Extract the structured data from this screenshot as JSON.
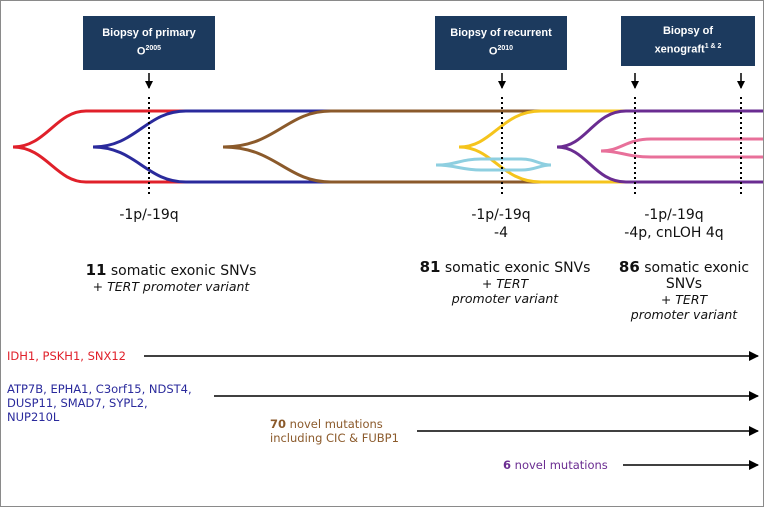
{
  "biopsies": {
    "primary": {
      "label": "Biopsy of primary",
      "code": "O",
      "sup": "2005"
    },
    "recurrent": {
      "label": "Biopsy of recurrent",
      "code": "O",
      "sup": "2010"
    },
    "xenograft": {
      "label": "Biopsy of",
      "code": "xenograft",
      "sup": "1 & 2"
    }
  },
  "karyotypes": {
    "primary": "-1p/-19q",
    "recurrent_line1": "-1p/-19q",
    "recurrent_line2": "-4",
    "xenograft_line1": "-1p/-19q",
    "xenograft_line2": "-4p, cnLOH 4q"
  },
  "snvs": {
    "primary": {
      "count": "11",
      "text": " somatic exonic SNVs",
      "plus": "+ ",
      "gene": "TERT",
      "rest": " promoter variant"
    },
    "recurrent": {
      "count": "81",
      "text": " somatic exonic SNVs",
      "plus": "+ ",
      "gene": "TERT",
      "rest": "promoter variant"
    },
    "xenograft": {
      "count": "86",
      "text": " somatic exonic",
      "line2": "SNVs",
      "plus": "+ ",
      "gene": "TERT",
      "rest": "promoter variant"
    }
  },
  "mutations": {
    "red": "IDH1, PSKH1, SNX12",
    "blue_line1": "ATP7B, EPHA1, C3orf15, NDST4,",
    "blue_line2": "DUSP11, SMAD7, SYPL2,",
    "blue_line3": "NUP210L",
    "brown_count": "70",
    "brown_line1": " novel mutations",
    "brown_line2": "including CIC & FUBP1",
    "purple_count": "6",
    "purple_text": " novel mutations"
  },
  "colors": {
    "red": "#e0202a",
    "blue": "#2a2a9c",
    "brown": "#8b5a2b",
    "yellow": "#f5c41c",
    "lightblue": "#8ecfe0",
    "purple": "#6a2c91",
    "pink": "#e8709a",
    "navy": "#1c3a5e"
  }
}
